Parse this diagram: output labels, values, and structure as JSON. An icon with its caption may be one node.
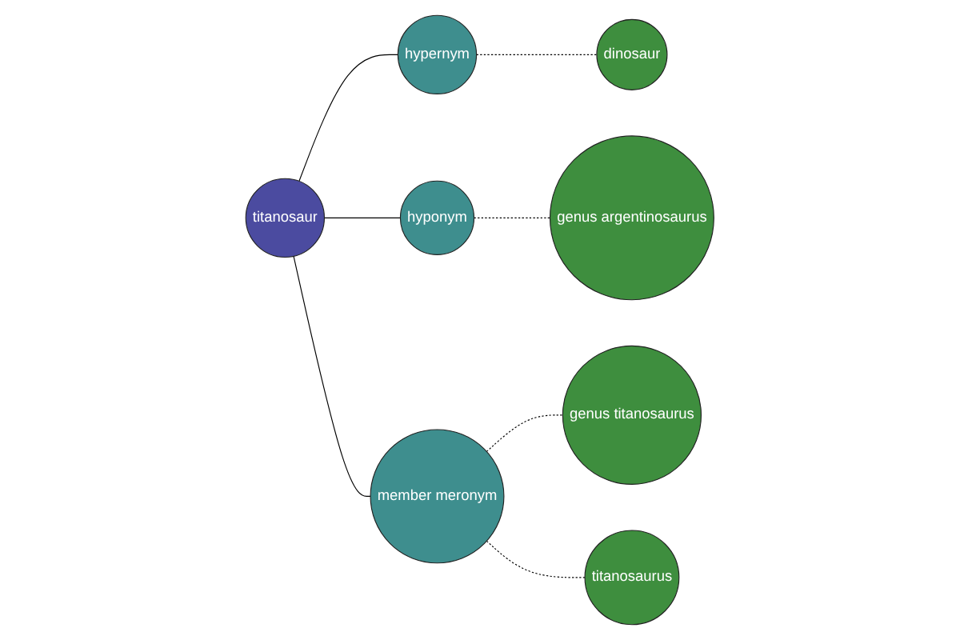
{
  "diagram": {
    "nodes": [
      {
        "text": [
          "dinosaur"
        ]
      },
      {
        "text": [
          "genus argentinosaurus"
        ]
      },
      {
        "text": [
          "hypernym"
        ]
      },
      {
        "text": [
          "genus titanosaurus"
        ]
      },
      {
        "text": [
          "hyponym"
        ]
      },
      {
        "text": [
          "titanosaur"
        ]
      },
      {
        "text": [
          "member meronym"
        ]
      },
      {
        "text": [
          "titanosaurus"
        ]
      }
    ],
    "edges": [
      {
        "from": 5,
        "to": 2,
        "arrow": "none"
      },
      {
        "from": 2,
        "to": 0,
        "arrow": "none",
        "style": "dashed"
      },
      {
        "from": 5,
        "to": 4,
        "arrow": "none"
      },
      {
        "from": 4,
        "to": 1,
        "arrow": "none",
        "style": "dashed"
      },
      {
        "from": 5,
        "to": 6,
        "arrow": "none"
      },
      {
        "from": 6,
        "to": 3,
        "arrow": "none",
        "style": "dashed"
      },
      {
        "from": 6,
        "to": 7,
        "arrow": "none",
        "style": "dashed"
      }
    ]
  }
}
